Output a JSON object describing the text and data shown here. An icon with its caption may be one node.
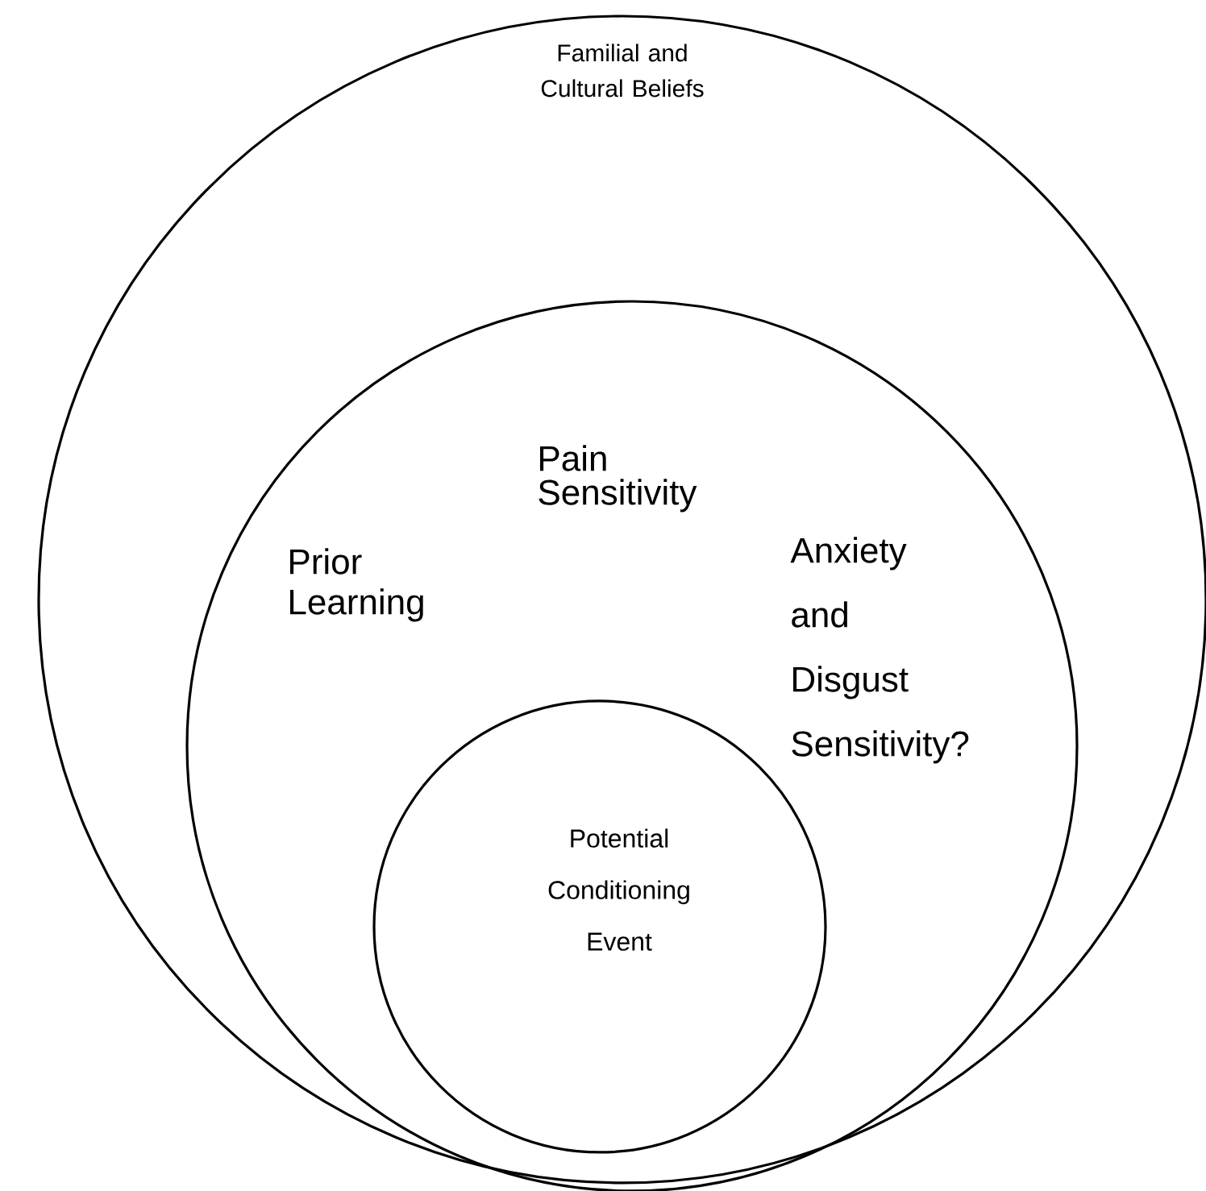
{
  "diagram": {
    "nodes": [
      {
        "text": [
          "Familial and Cultural Beliefs"
        ]
      },
      {
        "text": [
          "Pain Sensitivity",
          "Prior Learning",
          "Anxiety and Disgust Sensitivity?"
        ],
        "in": 0
      },
      {
        "text": [
          "Potential Conditioning Event"
        ],
        "in": 1
      }
    ]
  }
}
